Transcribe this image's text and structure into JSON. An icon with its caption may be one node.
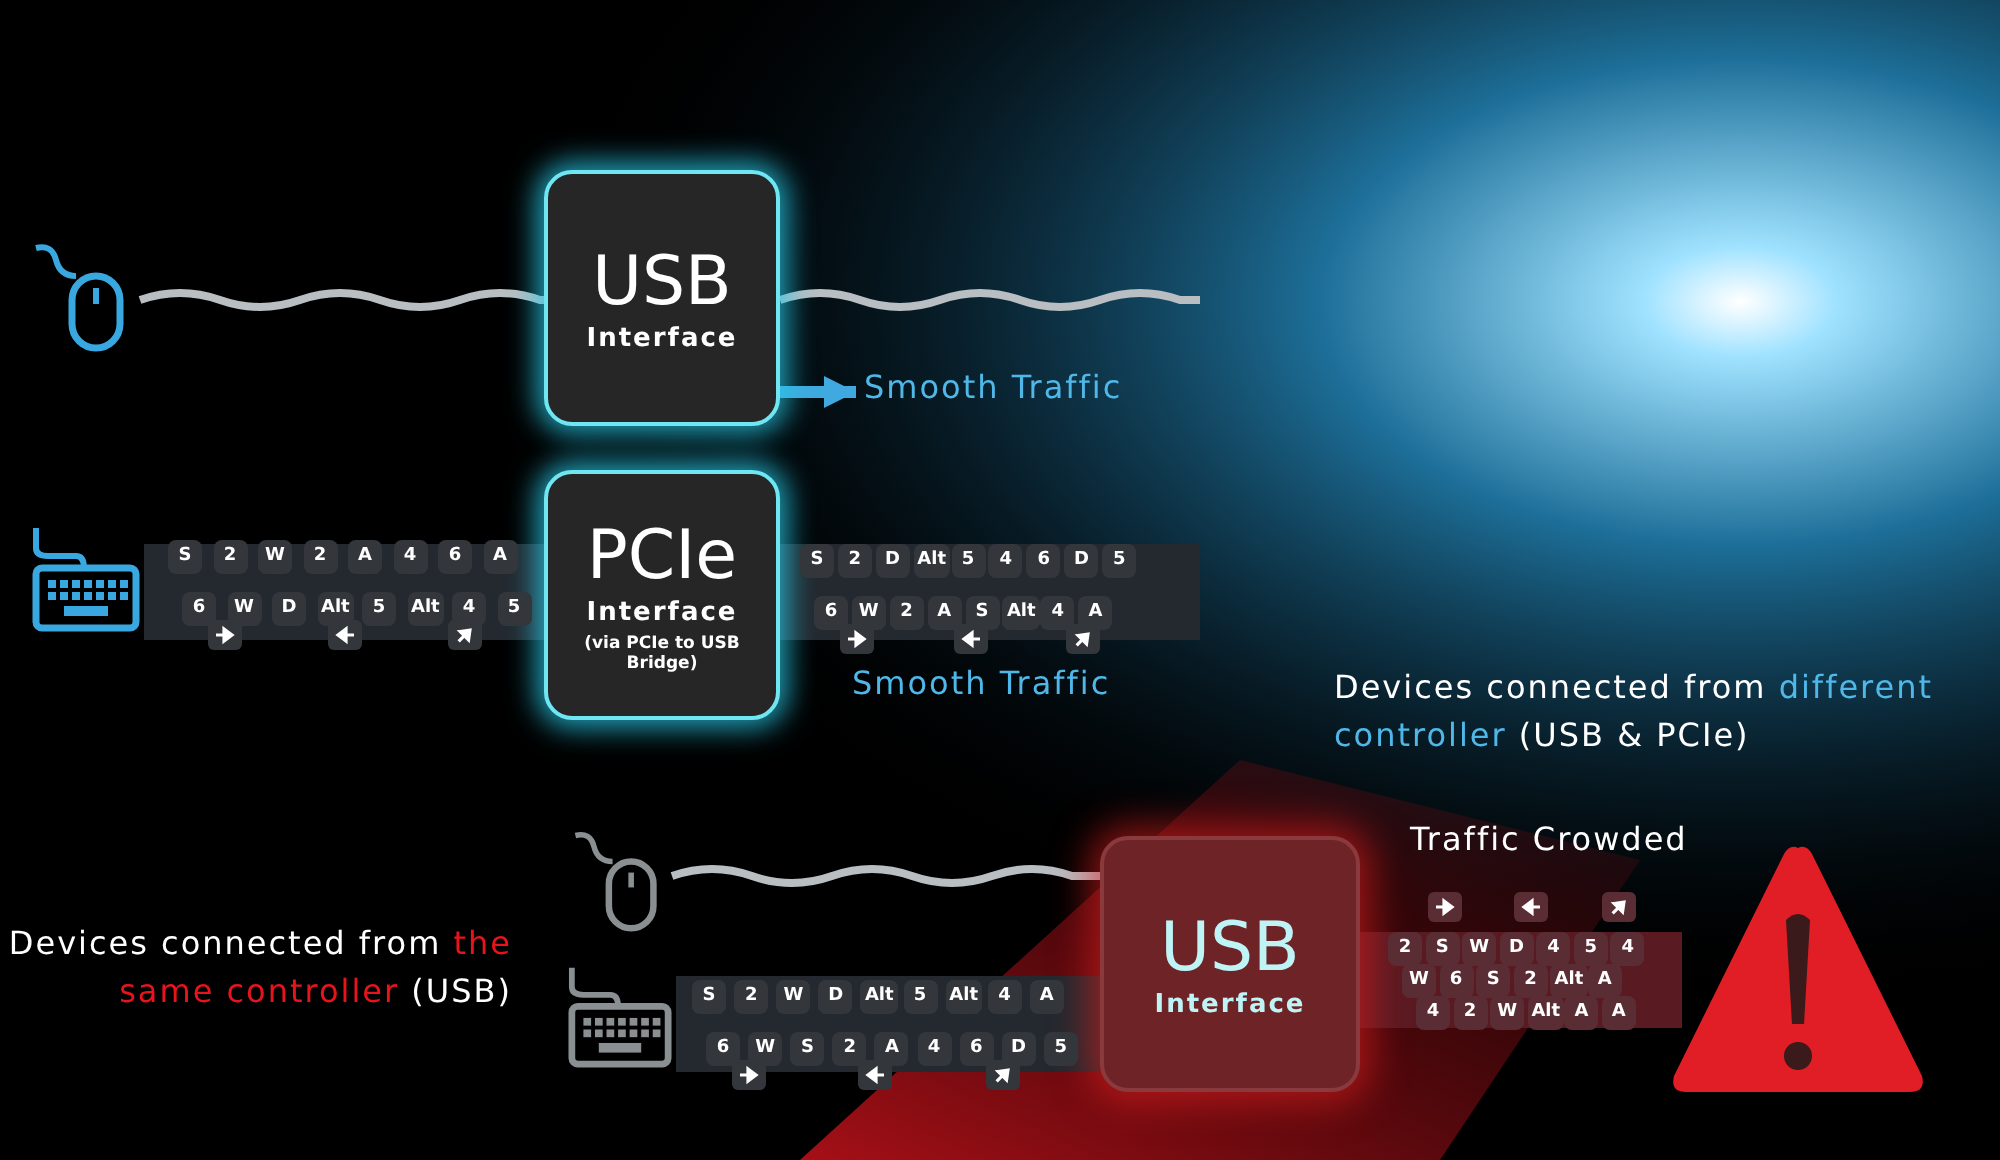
{
  "diagram": {
    "nodes": [
      {
        "text": [],
        "shape": "picture"
      },
      {
        "text": [
          "USB",
          "Interface"
        ]
      },
      {
        "text": [],
        "shape": "picture"
      },
      {
        "text": [
          "PCIe",
          "Interface",
          "(via PCIe to USB Bridge)"
        ]
      },
      {
        "text": [],
        "shape": "picture"
      },
      {
        "text": [],
        "shape": "picture"
      },
      {
        "text": [
          "USB",
          "Interface"
        ]
      },
      {
        "text": [],
        "shape": "triangle"
      },
      {
        "text": [
          "Smooth Traffic"
        ]
      }
    ],
    "edges": [
      {
        "from": 0,
        "to": 1,
        "arrow": "none"
      },
      {
        "from": 1,
        "to": null,
        "arrow": "none"
      },
      {
        "from": 1,
        "to": 8,
        "arrow": "to",
        "color": "#3fa9e0"
      },
      {
        "from": 2,
        "to": 3,
        "arrow": "none",
        "style": "thick",
        "color": "#23292f"
      },
      {
        "from": 3,
        "to": null,
        "arrow": "none",
        "style": "thick",
        "color": "#23292f"
      },
      {
        "from": 4,
        "to": 6,
        "arrow": "none"
      },
      {
        "from": 5,
        "to": 6,
        "arrow": "none",
        "style": "thick",
        "color": "#23292f"
      },
      {
        "from": 6,
        "to": 7,
        "arrow": "none",
        "style": "thick",
        "color": "#5a1a22"
      }
    ],
    "labels": [
      "Smooth Traffic",
      "Devices connected from **different controller** (USB & PCIe)",
      "Traffic Crowded",
      "Devices connected from **the same controller** (USB)",
      "S",
      "6",
      "2",
      "W",
      "W",
      "D",
      "2",
      "Alt",
      "A",
      "5",
      "4",
      "Alt",
      "6",
      "4",
      "A",
      "5",
      "S",
      "6",
      "2",
      "W",
      "D",
      "2",
      "Alt",
      "A",
      "5",
      "S",
      "4",
      "Alt",
      "6",
      "4",
      "D",
      "A",
      "5",
      "S",
      "6",
      "2",
      "W",
      "W",
      "S",
      "D",
      "2",
      "Alt",
      "A",
      "5",
      "4",
      "Alt",
      "6",
      "4",
      "D",
      "A",
      "5",
      "2",
      "W",
      "4",
      "S",
      "6",
      "2",
      "W",
      "S",
      "W",
      "D",
      "2",
      "Alt",
      "4",
      "Alt",
      "A",
      "5",
      "A",
      "A",
      "4"
    ]
  }
}
